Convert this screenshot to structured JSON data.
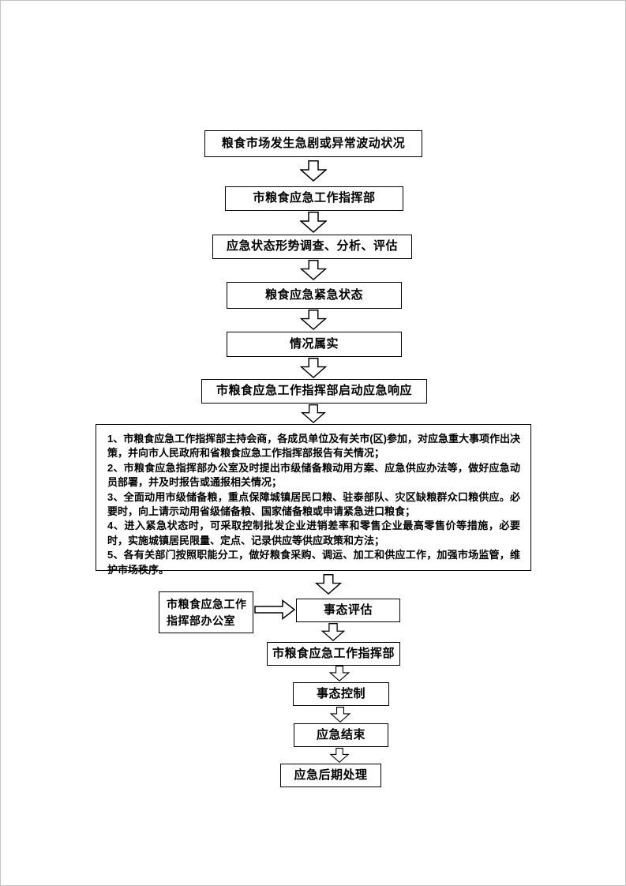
{
  "colors": {
    "line": "#000000",
    "box_fill": "#ffffff",
    "page_background": "#ffffff"
  },
  "flow": {
    "market_box": "粮食市场发生急剧或异常波动状况",
    "hq_box": "市粮食应急工作指挥部",
    "survey_box": "应急状态形势调查、分析、评估",
    "urgent_box": "粮食应急紧急状态",
    "verified_box": "情况属实",
    "response_box": "市粮食应急工作指挥部启动应急响应",
    "measures": [
      "1、市粮食应急工作指挥部主持会商，各成员单位及有关市(区)参加，对应急重大事项作出决策，并向市人民政府和省粮食应急工作指挥部报告有关情况；",
      "2、市粮食应急指挥部办公室及时提出市级储备粮动用方案、应急供应办法等，做好应急动员部署，并及时报告或通报相关情况；",
      "3、全面动用市级储备粮，重点保障城镇居民口粮、驻泰部队、灾区缺粮群众口粮供应。必要时，向上请示动用省级储备粮、国家储备粮或申请紧急进口粮食；",
      "4、进入紧急状态时，可采取控制批发企业进销差率和零售企业最高零售价等措施，必要时，实施城镇居民限量、定点、记录供应等供应政策和方法；",
      "5、各有关部门按照职能分工，做好粮食采购、调运、加工和供应工作，加强市场监管，维护市场秩序。"
    ],
    "office_box": "市粮食应急工作指挥部办公室",
    "assessment_box": "事态评估",
    "hq_box2": "市粮食应急工作指挥部",
    "control_box": "事态控制",
    "end_box": "应急结束",
    "post_box": "应急后期处理"
  }
}
